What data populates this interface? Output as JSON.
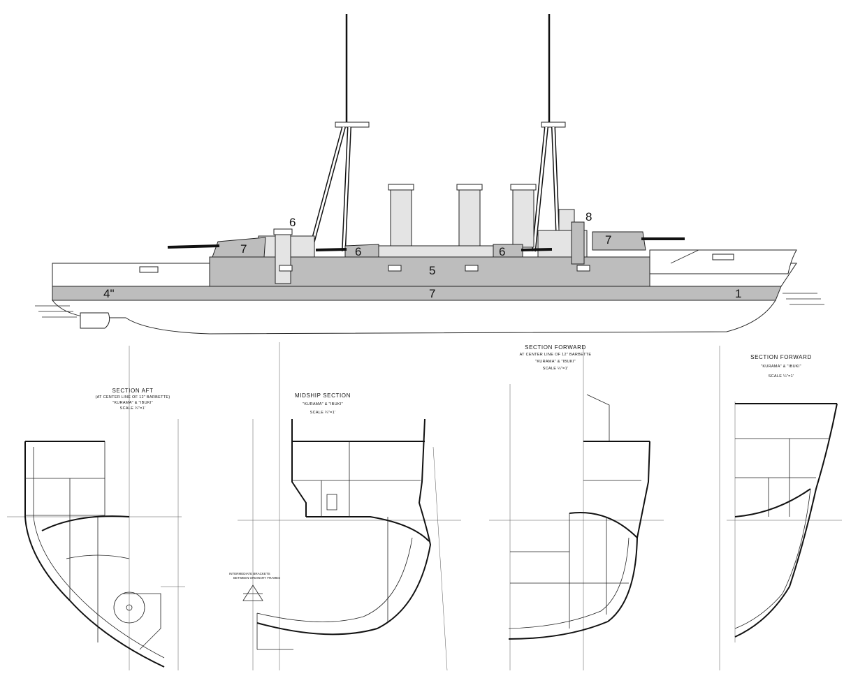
{
  "profile": {
    "armor_labels": [
      {
        "id": "belt-aft",
        "text": "4\""
      },
      {
        "id": "belt-main",
        "text": "7"
      },
      {
        "id": "belt-fwd",
        "text": "1"
      },
      {
        "id": "upper-belt",
        "text": "5"
      },
      {
        "id": "turret-aft",
        "text": "7"
      },
      {
        "id": "turret-fwd",
        "text": "7"
      },
      {
        "id": "casemate-aft",
        "text": "6"
      },
      {
        "id": "casemate-fwd",
        "text": "6"
      },
      {
        "id": "tube-aft",
        "text": "6"
      },
      {
        "id": "tower-fwd",
        "text": "8"
      }
    ]
  },
  "sections": {
    "aft": {
      "title": "SECTION  AFT",
      "subtitle": "(AT CENTER LINE OF 12\" BARBETTE)",
      "ship_names": "\"KURAMA\" & \"IBUKI\"",
      "scale": "SCALE ¼\"=1'"
    },
    "midship": {
      "title": "MIDSHIP SECTION",
      "ship_names": "\"KURAMA\" & \"IBUKI\"",
      "scale": "SCALE ¼\"=1'",
      "note_1": "INTERMEDIATE BRACKETS",
      "note_2": "BETWEEN ORDINARY FRAMES"
    },
    "forward_1": {
      "title": "SECTION  FORWARD",
      "subtitle": "AT CENTER LINE OF 12\" BARBETTE",
      "ship_names": "\"KURAMA\" & \"IBUKI\"",
      "scale": "SCALE ¼\"=1'"
    },
    "forward_2": {
      "title": "SECTION  FORWARD",
      "ship_names": "\"KURAMA\" & \"IBUKI\"",
      "scale": "SCALE ¼\"=1'"
    }
  }
}
